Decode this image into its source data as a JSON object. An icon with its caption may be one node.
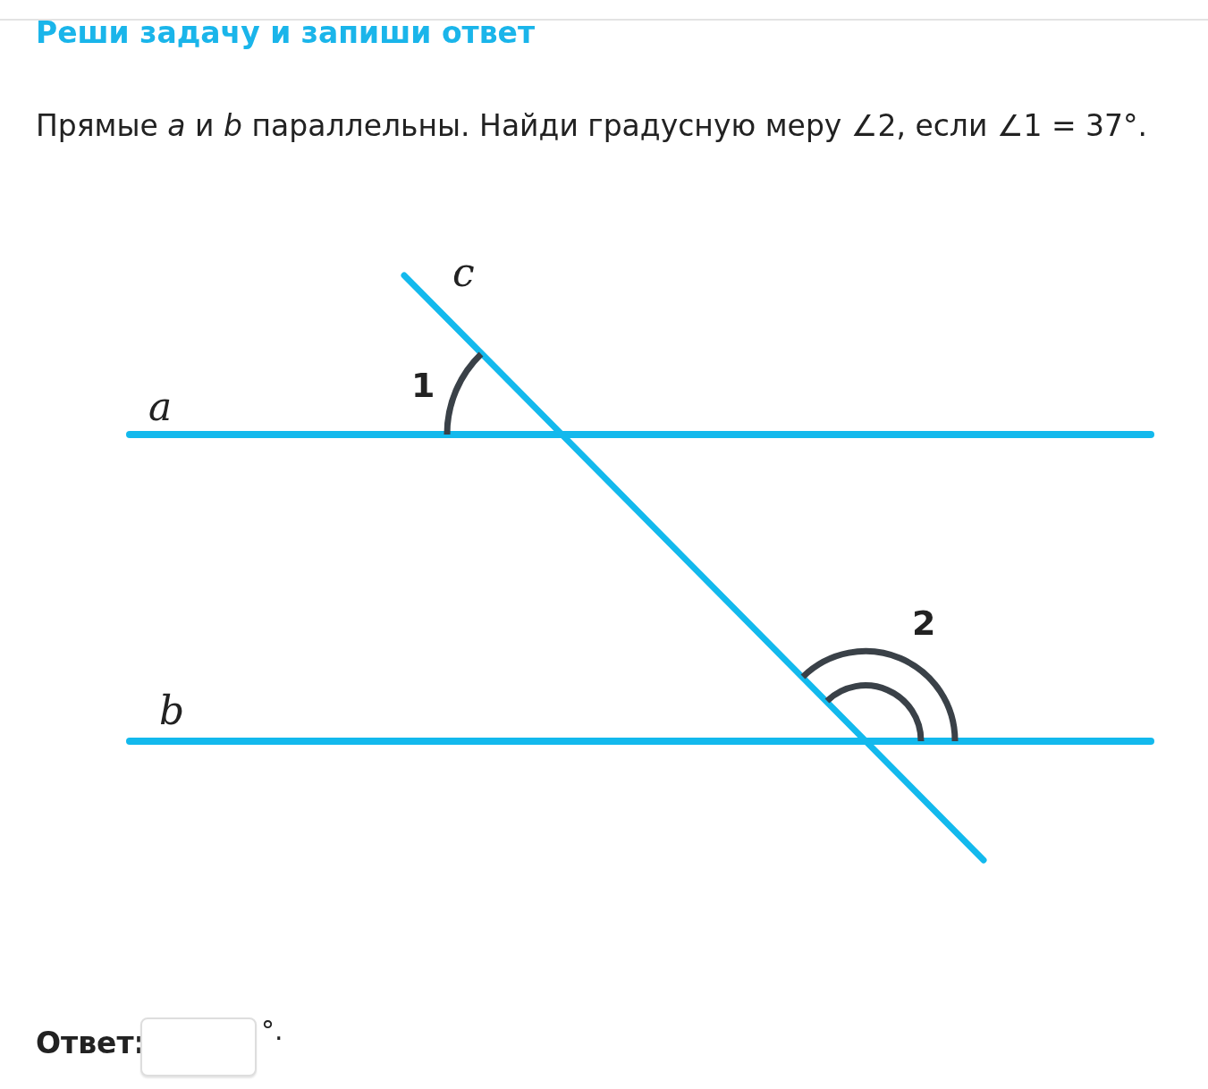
{
  "diagram": {
    "title": "Реши задачу и запиши ответ",
    "labels": [
      "Прямые *a* и *b* параллельны. Найди градусную меру ∠2, если ∠1 = 37°.",
      "c",
      "1",
      "a",
      "2",
      "b",
      "Ответ:",
      "°."
    ]
  }
}
